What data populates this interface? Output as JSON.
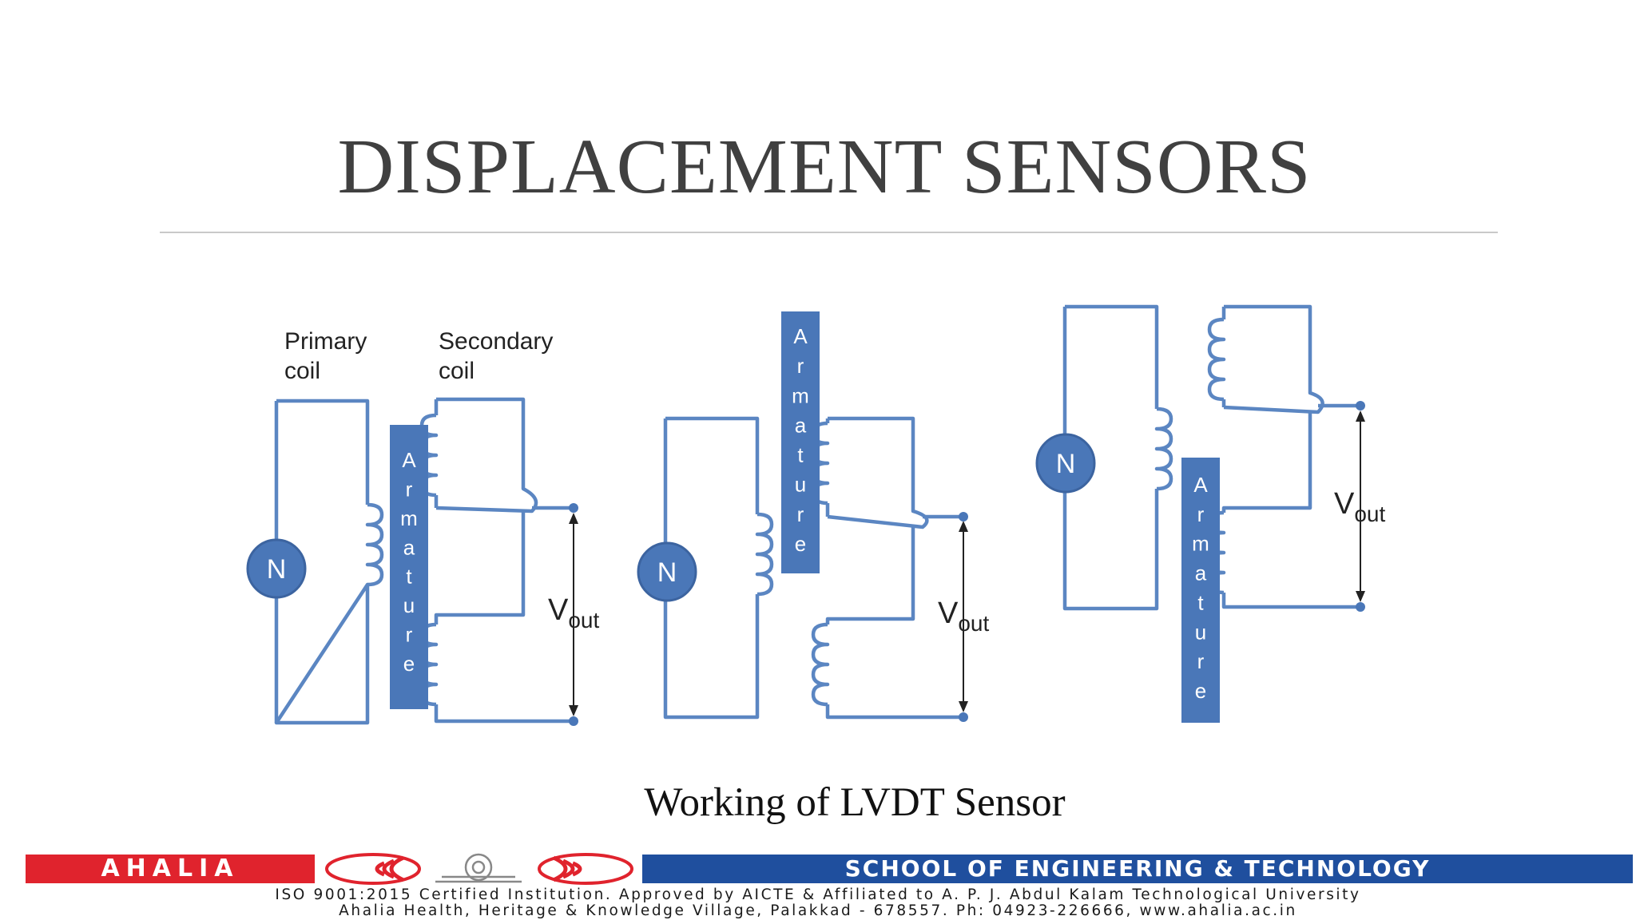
{
  "slide": {
    "title": "DISPLACEMENT SENSORS",
    "caption": "Working of LVDT Sensor"
  },
  "diagram": {
    "source_label": "N",
    "primary_label_1": "Primary",
    "primary_label_2": "coil",
    "secondary_label_1": "Secondary",
    "secondary_label_2": "coil",
    "armature_text": "Armature",
    "vout_main": "V",
    "vout_sub": "out",
    "colors": {
      "wire": "#5b86c2",
      "armature": "#4a77b8",
      "source": "#4a77b8",
      "label_text": "#ffffff"
    }
  },
  "footer": {
    "brand": "AHALIA",
    "school": "SCHOOL OF ENGINEERING & TECHNOLOGY",
    "line1": "ISO 9001:2015 Certified Institution.  Approved by AICTE & Affiliated to A. P. J. Abdul Kalam Technological University",
    "line2": "Ahalia Health, Heritage & Knowledge Village, Palakkad - 678557.  Ph: 04923-226666,  www.ahalia.ac.in",
    "colors": {
      "red": "#e0232d",
      "blue": "#1f4f9e"
    }
  }
}
